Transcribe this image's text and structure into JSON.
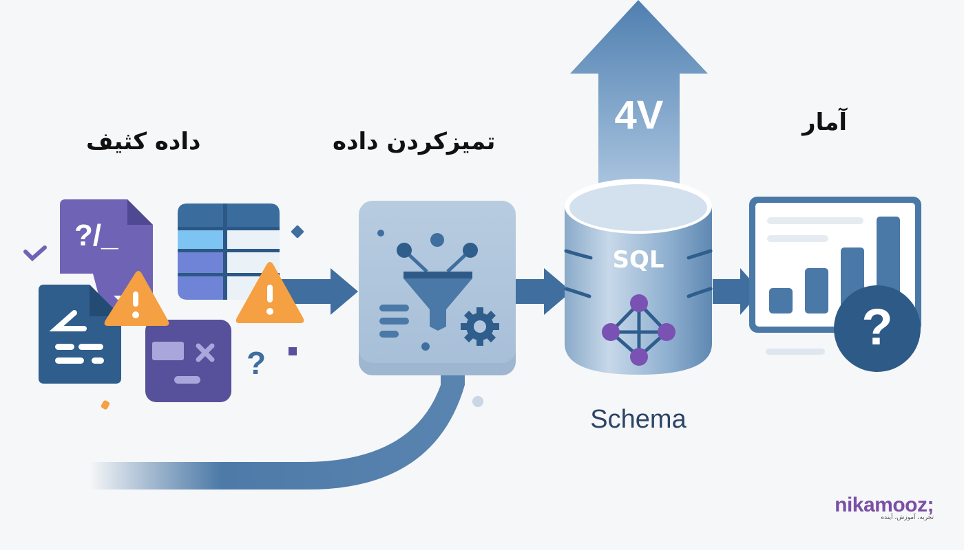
{
  "stages": {
    "dirty_data": {
      "label": "داده کثیف"
    },
    "data_cleaning": {
      "label": "تمیزکردن داده"
    },
    "database": {
      "sql_label": "SQL",
      "schema_label": "Schema",
      "arrow_label": "4V"
    },
    "statistics": {
      "label": "آمار"
    }
  },
  "dirty_icons": {
    "code_doc_text": "?/_",
    "question_mark": "?",
    "warning_mark": "!"
  },
  "stats_icons": {
    "question_mark": "?"
  },
  "logo": {
    "name": "nikamooz;",
    "tagline": "تجربه، آموزش، آینده"
  },
  "colors": {
    "background": "#f6f7f8",
    "primary_blue": "#3f6e9f",
    "dark_blue": "#2e5a87",
    "light_blue": "#a9c1da",
    "purple": "#6f63b5",
    "dark_purple": "#57509a",
    "orange": "#f4a043",
    "node_purple": "#7a52b3"
  }
}
